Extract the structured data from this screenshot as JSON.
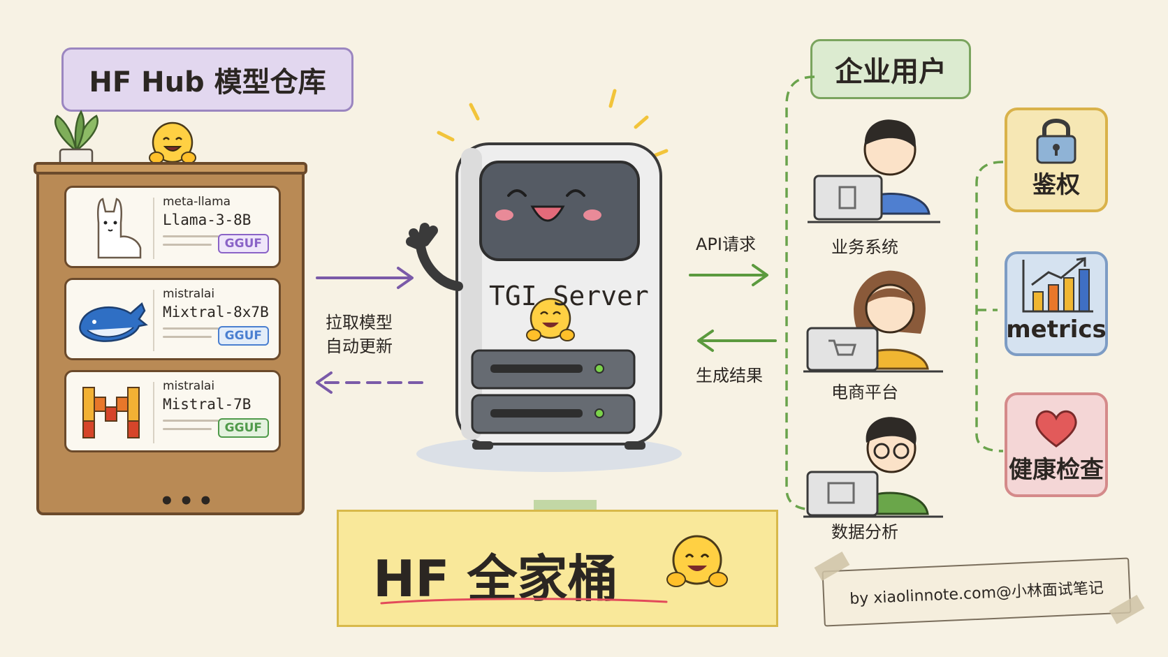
{
  "titles": {
    "hub": "HF Hub 模型仓库",
    "enterprise": "企业用户"
  },
  "models": [
    {
      "org": "meta-llama",
      "name": "Llama-3-8B",
      "badge": "GGUF",
      "badge_color": "#8a63c7"
    },
    {
      "org": "mistralai",
      "name": "Mixtral-8x7B",
      "badge": "GGUF",
      "badge_color": "#4a7fd0"
    },
    {
      "org": "mistralai",
      "name": "Mistral-7B",
      "badge": "GGUF",
      "badge_color": "#4f9a4a"
    }
  ],
  "shelf_more": "•••",
  "flows": {
    "pull_line1": "拉取模型",
    "pull_line2": "自动更新",
    "api_request": "API请求",
    "result": "生成结果"
  },
  "server": {
    "label": "TGI Server"
  },
  "users": [
    {
      "label": "业务系统",
      "icon": "building-icon"
    },
    {
      "label": "电商平台",
      "icon": "cart-icon"
    },
    {
      "label": "数据分析",
      "icon": "chart-icon"
    }
  ],
  "features": [
    {
      "label": "鉴权",
      "icon": "lock-icon",
      "bg": "#f6e7b4",
      "border": "#d9b24a"
    },
    {
      "label": "metrics",
      "icon": "bar-chart-icon",
      "bg": "#d5e2f0",
      "border": "#7d9cc4"
    },
    {
      "label": "健康检查",
      "icon": "heart-icon",
      "bg": "#f4d6d6",
      "border": "#d48a8a"
    }
  ],
  "banner": {
    "text": "HF 全家桶"
  },
  "credit": {
    "text": "by  xiaolinnote.com@小林面试笔记"
  },
  "colors": {
    "purple_arrow": "#7a5aa8",
    "green_arrow": "#5b9a3e",
    "green_dash": "#6aa34c"
  }
}
